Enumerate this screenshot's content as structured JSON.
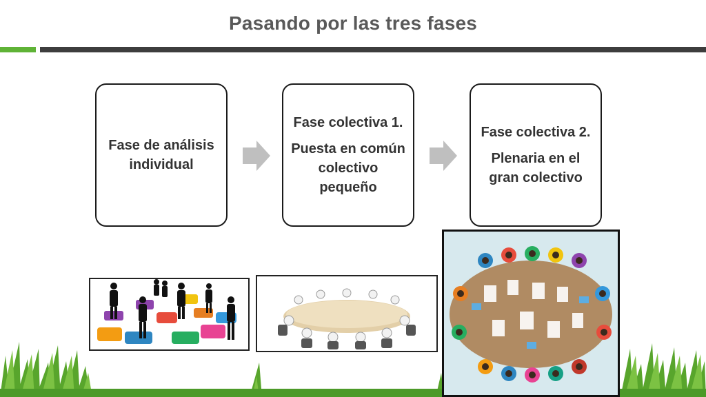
{
  "slide": {
    "title": "Pasando por las tres fases"
  },
  "phases": [
    {
      "lines": [
        "Fase de análisis individual"
      ]
    },
    {
      "lines": [
        "Fase colectiva 1.",
        "Puesta en común colectivo pequeño"
      ]
    },
    {
      "lines": [
        "Fase colectiva 2.",
        "Plenaria en el gran colectivo"
      ]
    }
  ],
  "colors": {
    "accent_green": "#5fb336",
    "header_bar": "#3d3d3d",
    "title_text": "#595959",
    "arrow_gray": "#bfbfbf"
  },
  "icons": [
    "arrow-right-icon",
    "arrow-right-icon"
  ]
}
